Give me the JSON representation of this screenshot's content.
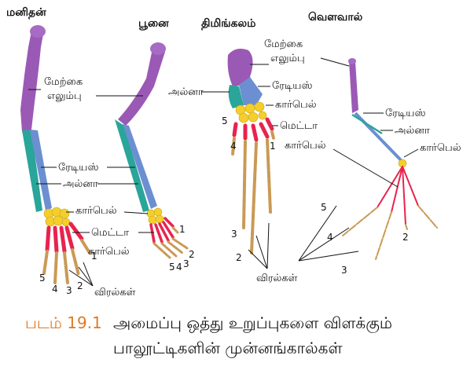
{
  "titles": {
    "human": "மனிதன்",
    "cat": "பூனை",
    "whale": "திமிங்கலம்",
    "bat": "வௌவால்"
  },
  "labels": {
    "humerus": "மேற்கை\nஎலும்பு",
    "radius": "ரேடியஸ்",
    "ulna": "அல்னா",
    "carpals": "கார்பெல்",
    "metacarpals": "மெட்டா\nகார்பெல்",
    "phalanges": "விரல்கள்",
    "whale_humerus": "மேற்கை\nஎலும்பு",
    "whale_ulna": "அல்னா",
    "whale_radius": "ரேடியஸ்",
    "whale_carpals": "கார்பெல்",
    "whale_metacarpals": "மெட்டா\nகார்பெல்",
    "whale_phalanges": "விரல்கள்",
    "bat_radius": "ரேடியஸ்",
    "bat_ulna": "அல்னா",
    "bat_carpals": "கார்பெல்"
  },
  "digits": {
    "human": [
      "1",
      "2",
      "3",
      "4",
      "5"
    ],
    "cat": [
      "1",
      "2",
      "3",
      "4",
      "5"
    ],
    "whale": [
      "1",
      "2",
      "3",
      "4",
      "5"
    ],
    "bat": [
      "2",
      "3",
      "4",
      "5"
    ]
  },
  "caption": {
    "figure": "படம் 19.1",
    "line1": "அமைப்பு ஒத்து உறுப்புகளை விளக்கும்",
    "line2": "பாலூட்டிகளின் முன்னங்கால்கள்"
  },
  "colors": {
    "humerus": "#9b59b6",
    "radius": "#6c8fd1",
    "ulna": "#2aa59a",
    "carpals": "#f4cf2c",
    "metacarpals": "#e8234e",
    "phalanges": "#c99a55",
    "caption_accent": "#e07a1f"
  }
}
